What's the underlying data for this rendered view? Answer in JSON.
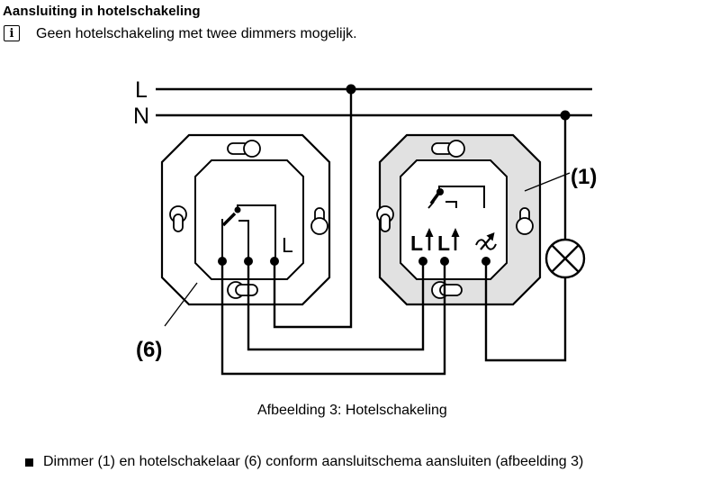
{
  "page": {
    "title": "Aansluiting in hotelschakeling",
    "note": {
      "icon_glyph": "i",
      "text": "Geen hotelschakeling met twee dimmers mogelijk."
    },
    "caption": "Afbeelding 3: Hotelschakeling",
    "bullet": "Dimmer (1) en hotelschakelaar (6) conform aansluitschema aansluiten (afbeelding 3)"
  },
  "diagram": {
    "labels": {
      "l_line": "L",
      "n_line": "N",
      "left_terminal_l": "L",
      "right_terminal_l1": "L",
      "right_terminal_l2": "L",
      "callout_dimmer": "(1)",
      "callout_switch": "(6)"
    },
    "colors": {
      "line": "#000000",
      "left_plate_fill": "#ffffff",
      "right_plate_fill": "#e1e1e1"
    }
  }
}
